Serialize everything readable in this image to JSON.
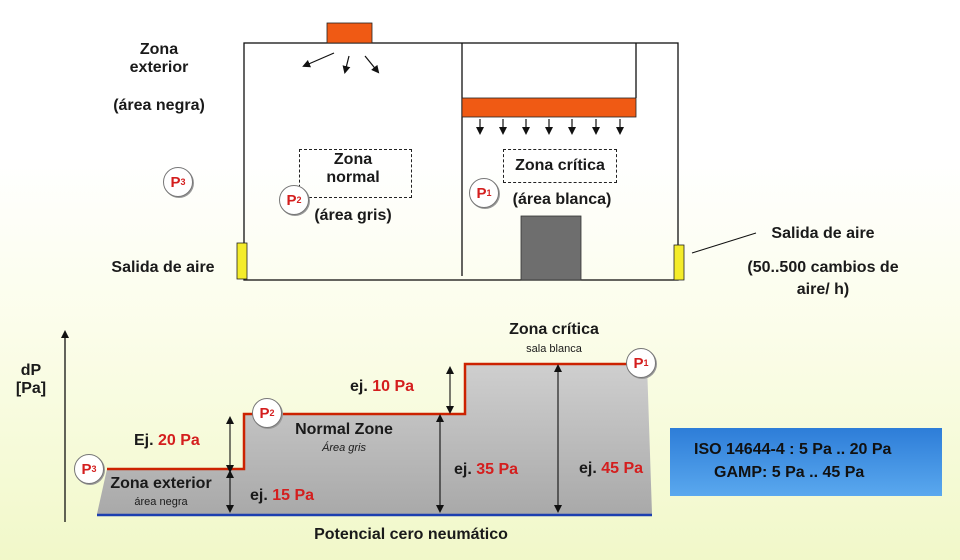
{
  "top": {
    "outer_zone_line1": "Zona",
    "outer_zone_line2": "exterior",
    "outer_zone_sub": "(área negra)",
    "normal_zone_line1": "Zona",
    "normal_zone_line2": "normal",
    "normal_zone_sub": "(área gris)",
    "critical_zone": "Zona crítica",
    "critical_zone_sub": "(área blanca)",
    "air_outlet_left": "Salida de aire",
    "air_outlet_right": "Salida de aire",
    "air_changes_line1": "(50..500 cambios de",
    "air_changes_line2": "aire/ h)"
  },
  "badges": {
    "p_letter": "P",
    "p1": "1",
    "p2": "2",
    "p3": "3"
  },
  "bottom": {
    "ylabel_line1": "dP",
    "ylabel_line2": "[Pa]",
    "critical_zone": "Zona crítica",
    "critical_zone_sub": "sala blanca",
    "normal_zone": "Normal Zone",
    "normal_zone_sub": "Área gris",
    "outer_zone": "Zona exterior",
    "outer_zone_sub": "área negra",
    "baseline": "Potencial cero neumático",
    "ex_prefix_upper": "Ej.",
    "ex_prefix_lower": "ej.",
    "ex_20": "20 Pa",
    "ex_10": "10 Pa",
    "ex_15": "15 Pa",
    "ex_35": "35 Pa",
    "ex_45": "45 Pa"
  },
  "iso": {
    "line1": "ISO 14644-4 : 5 Pa .. 20 Pa",
    "line2": "GAMP:  5 Pa .. 45 Pa"
  },
  "colors": {
    "fan": "#f05a14",
    "outlet": "#f4ec2a",
    "step_line": "#cc2200",
    "baseline": "#1c3fb0",
    "area_fill": "#c0c0c0",
    "door": "#6e6e6e",
    "label_red": "#d41e1e"
  }
}
